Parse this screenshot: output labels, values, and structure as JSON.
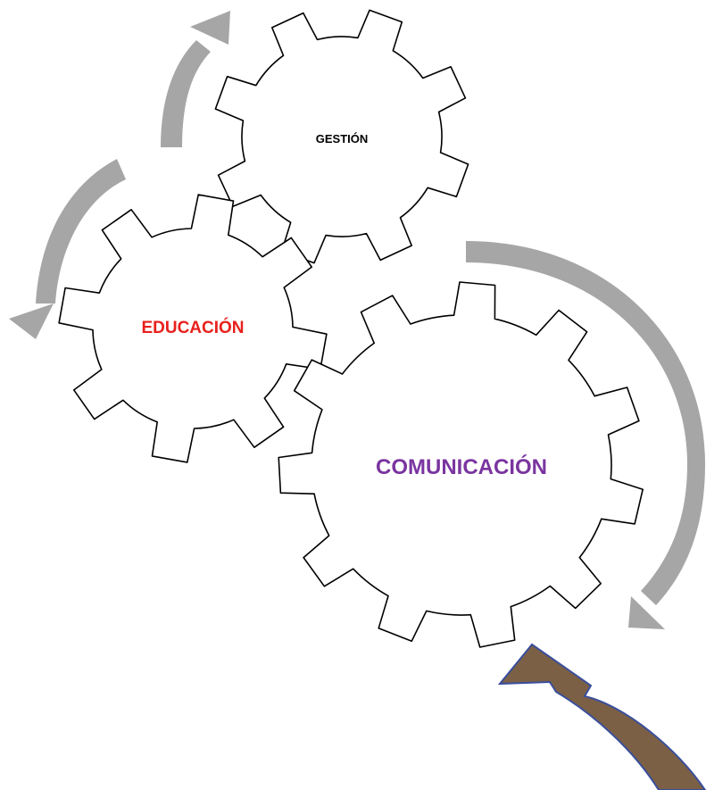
{
  "gears": {
    "gestion": {
      "label": "GESTIÓN",
      "label_color": "#000000"
    },
    "educacion": {
      "label": "EDUCACIÓN",
      "label_color": "#e8201c"
    },
    "comunicacion": {
      "label": "COMUNICACIÓN",
      "label_color": "#7a35a0"
    }
  },
  "colors": {
    "gear_stroke": "#000000",
    "gear_fill": "#ffffff",
    "cycle_arrow": "#a6a6a6",
    "input_arrow_fill": "#7b6045",
    "input_arrow_stroke": "#3a4e9c"
  },
  "arrows": [
    {
      "name": "gestion-to-top-arrow",
      "kind": "cycle"
    },
    {
      "name": "educacion-cycle-arrow",
      "kind": "cycle"
    },
    {
      "name": "comunicacion-cycle-arrow",
      "kind": "cycle"
    },
    {
      "name": "input-arrow",
      "kind": "input"
    }
  ]
}
